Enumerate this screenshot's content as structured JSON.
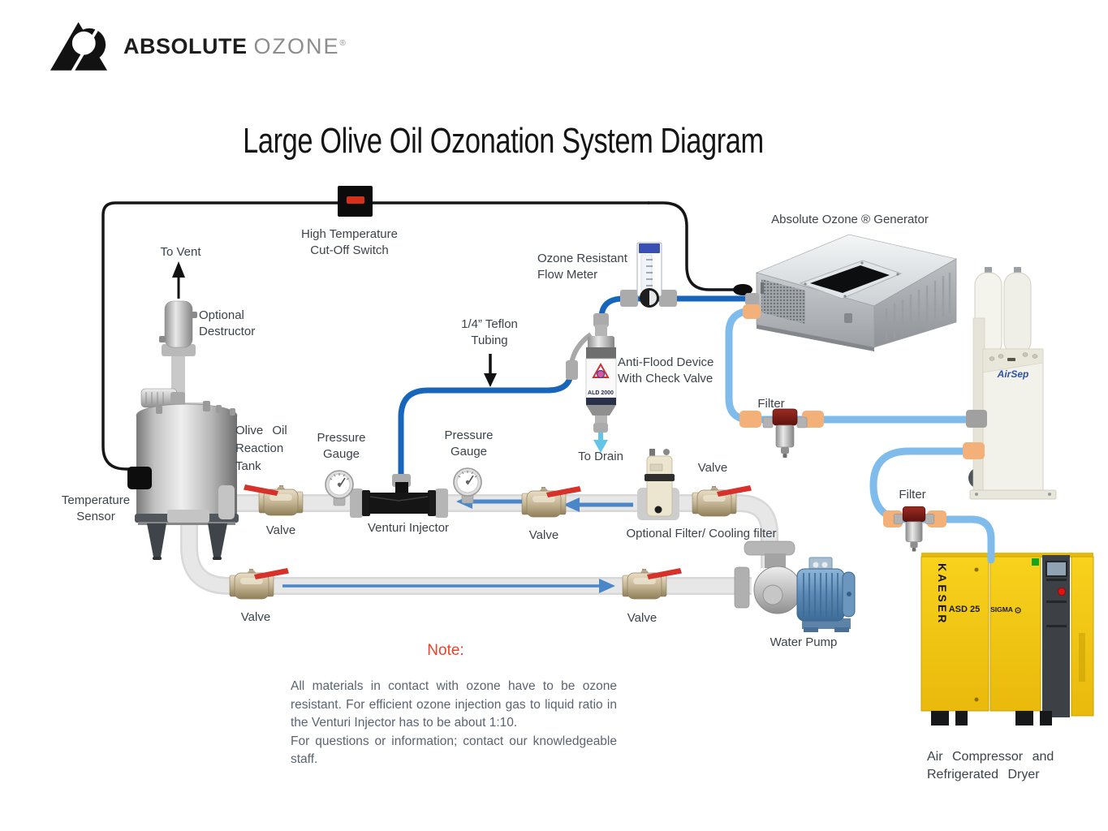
{
  "logo": {
    "word1": "ABSOLUTE",
    "word2": "OZONE",
    "reg": "®"
  },
  "title": "Large Olive Oil Ozonation System Diagram",
  "labels": {
    "to_vent": "To Vent",
    "high_temp_1": "High Temperature",
    "high_temp_2": "Cut-Off Switch",
    "destructor_1": "Optional",
    "destructor_2": "Destructor",
    "tank_1": "Olive Oil",
    "tank_2": "Reaction",
    "tank_3": "Tank",
    "temp_sensor_1": "Temperature",
    "temp_sensor_2": "Sensor",
    "pressure_1": "Pressure",
    "pressure_2": "Gauge",
    "venturi": "Venturi Injector",
    "teflon_1": "1/4” Teflon",
    "teflon_2": "Tubing",
    "flow_meter_1": "Ozone Resistant",
    "flow_meter_2": "Flow Meter",
    "anti_flood_1": "Anti-Flood Device",
    "anti_flood_2": "With Check Valve",
    "to_drain": "To Drain",
    "generator": "Absolute Ozone ® Generator",
    "filter": "Filter",
    "valve": "Valve",
    "optional_filter": "Optional Filter/ Cooling filter",
    "water_pump": "Water Pump",
    "compressor_1": "Air Compressor and",
    "compressor_2": "Refrigerated Dryer"
  },
  "equipment_text": {
    "airsep_brand": "AirSep",
    "kaeser_brand": "KAESER",
    "kaeser_model": "ASD 25",
    "kaeser_series": "SIGMA",
    "sigma_gear_icon": "⚙",
    "anti_flood_model": "ALD 2000"
  },
  "note": {
    "heading": "Note:",
    "para1": "All materials in contact with ozone have to be ozone resistant. For efficient ozone injection gas to liquid ratio in the Venturi Injector has to be about 1:10.",
    "para2": "For questions or information; contact our knowledgeable staff."
  },
  "colors": {
    "ozone_tube": "#1766bb",
    "oxygen_tube": "#7fbcec",
    "water_pipe": "#e5e5e5",
    "wire": "#161616",
    "flow_arrow": "#4a86c8",
    "drain_arrow": "#62c4e6",
    "valve_handle": "#d6312b",
    "note_heading": "#e8432a",
    "kaeser_yellow": "#f2c513",
    "connector_orange": "#f3b078"
  }
}
